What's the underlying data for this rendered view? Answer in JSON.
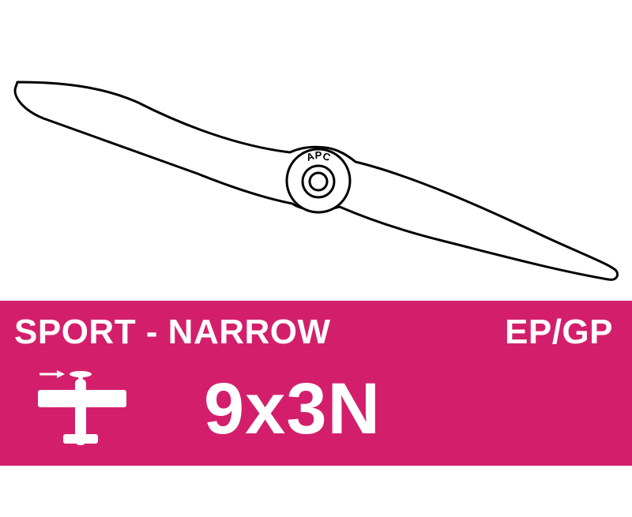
{
  "product": {
    "brand": "APC",
    "series": "SPORT - NARROW",
    "type": "EP/GP",
    "size": "9x3N"
  },
  "colors": {
    "banner": "#d31f6b",
    "outline": "#000000",
    "text": "#ffffff",
    "background": "#ffffff"
  },
  "icons": {
    "propeller": "propeller-outline-icon",
    "airplane": "airplane-tractor-icon"
  }
}
